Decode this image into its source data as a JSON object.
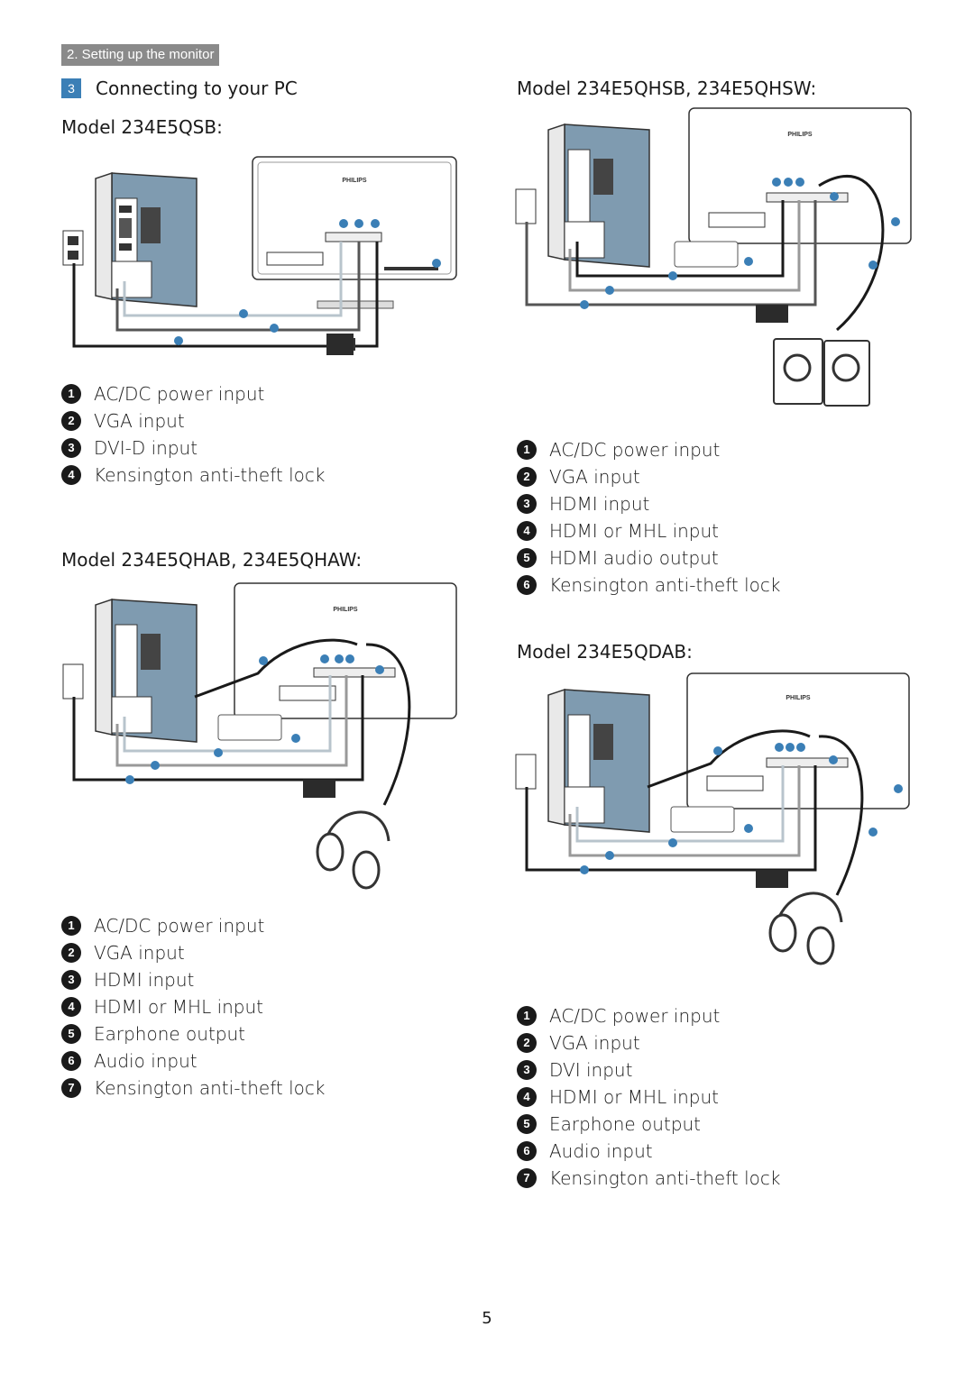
{
  "header": {
    "section_tag": "2. Setting up the monitor"
  },
  "step": {
    "number": "3",
    "title": "Connecting to your PC"
  },
  "brand": {
    "logo_text": "PHILIPS"
  },
  "models": [
    {
      "title": "Model 234E5QSB:",
      "items": [
        {
          "n": "1",
          "label": "AC/DC power input"
        },
        {
          "n": "2",
          "label": "VGA input"
        },
        {
          "n": "3",
          "label": "DVI-D input"
        },
        {
          "n": "4",
          "label": "Kensington anti-theft lock"
        }
      ]
    },
    {
      "title": "Model 234E5QHAB, 234E5QHAW:",
      "items": [
        {
          "n": "1",
          "label": "AC/DC power input"
        },
        {
          "n": "2",
          "label": "VGA input"
        },
        {
          "n": "3",
          "label": "HDMI input"
        },
        {
          "n": "4",
          "label": "HDMI or MHL input"
        },
        {
          "n": "5",
          "label": "Earphone output"
        },
        {
          "n": "6",
          "label": "Audio input"
        },
        {
          "n": "7",
          "label": "Kensington anti-theft lock"
        }
      ]
    },
    {
      "title": "Model 234E5QHSB, 234E5QHSW:",
      "items": [
        {
          "n": "1",
          "label": "AC/DC power input"
        },
        {
          "n": "2",
          "label": "VGA input"
        },
        {
          "n": "3",
          "label": "HDMI input"
        },
        {
          "n": "4",
          "label": "HDMI or MHL input"
        },
        {
          "n": "5",
          "label": "HDMI audio output"
        },
        {
          "n": "6",
          "label": "Kensington anti-theft lock"
        }
      ]
    },
    {
      "title": "Model 234E5QDAB:",
      "items": [
        {
          "n": "1",
          "label": "AC/DC power input"
        },
        {
          "n": "2",
          "label": "VGA input"
        },
        {
          "n": "3",
          "label": "DVI input"
        },
        {
          "n": "4",
          "label": "HDMI or MHL input"
        },
        {
          "n": "5",
          "label": "Earphone output"
        },
        {
          "n": "6",
          "label": "Audio input"
        },
        {
          "n": "7",
          "label": "Kensington anti-theft lock"
        }
      ]
    }
  ],
  "page_number": "5",
  "colors": {
    "accent": "#3b7fb6",
    "tag_bg": "#8a8a8a",
    "pc_blue": "#7f9bb0"
  }
}
